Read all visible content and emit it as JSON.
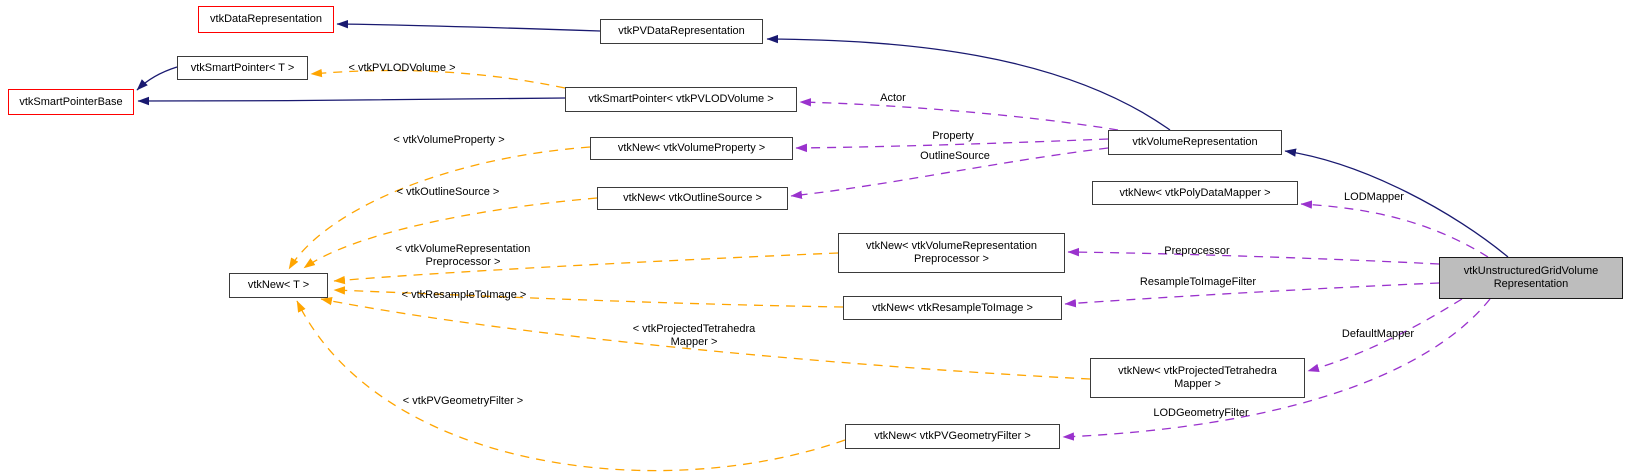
{
  "diagram": {
    "kind": "collaboration-graph",
    "main_class": "vtkUnstructuredGridVolumeRepresentation",
    "colors": {
      "inheritance_edge": "#191970",
      "usage_edge": "#9a32cd",
      "template_edge": "#ffa500",
      "node_fill": "#ffffff",
      "node_border": "#3b3b3b",
      "truncated_node_border": "#ff0000",
      "current_node_fill": "#bdbdbd",
      "background": "#ffffff"
    },
    "nodes": [
      {
        "id": "vtkDataRepresentation",
        "lines": [
          "vtkDataRepresentation"
        ],
        "style": "truncated"
      },
      {
        "id": "vtkPVDataRepresentation",
        "lines": [
          "vtkPVDataRepresentation"
        ],
        "style": "normal"
      },
      {
        "id": "vtkSmartPointer_T",
        "lines": [
          "vtkSmartPointer< T >"
        ],
        "style": "normal"
      },
      {
        "id": "vtkSmartPointerBase",
        "lines": [
          "vtkSmartPointerBase"
        ],
        "style": "truncated"
      },
      {
        "id": "vtkSmartPointer_vtkPVLODVolume",
        "lines": [
          "vtkSmartPointer< vtkPVLODVolume >"
        ],
        "style": "normal"
      },
      {
        "id": "vtkNew_vtkVolumeProperty",
        "lines": [
          "vtkNew< vtkVolumeProperty >"
        ],
        "style": "normal"
      },
      {
        "id": "vtkNew_vtkOutlineSource",
        "lines": [
          "vtkNew< vtkOutlineSource >"
        ],
        "style": "normal"
      },
      {
        "id": "vtkVolumeRepresentation",
        "lines": [
          "vtkVolumeRepresentation"
        ],
        "style": "normal"
      },
      {
        "id": "vtkNew_vtkPolyDataMapper",
        "lines": [
          "vtkNew< vtkPolyDataMapper >"
        ],
        "style": "normal"
      },
      {
        "id": "vtkNew_vtkVolumeRepresentationPreprocessor",
        "lines": [
          "vtkNew< vtkVolumeRepresentation",
          "Preprocessor >"
        ],
        "style": "normal"
      },
      {
        "id": "vtkNew_T",
        "lines": [
          "vtkNew< T >"
        ],
        "style": "normal"
      },
      {
        "id": "vtkNew_vtkResampleToImage",
        "lines": [
          "vtkNew< vtkResampleToImage >"
        ],
        "style": "normal"
      },
      {
        "id": "vtkNew_vtkProjectedTetrahedraMapper",
        "lines": [
          "vtkNew< vtkProjectedTetrahedra",
          "Mapper >"
        ],
        "style": "normal"
      },
      {
        "id": "vtkNew_vtkPVGeometryFilter",
        "lines": [
          "vtkNew< vtkPVGeometryFilter >"
        ],
        "style": "normal"
      },
      {
        "id": "vtkUnstructuredGridVolumeRepresentation",
        "lines": [
          "vtkUnstructuredGridVolume",
          "Representation"
        ],
        "style": "current"
      }
    ],
    "edges": [
      {
        "from": "vtkPVDataRepresentation",
        "to": "vtkDataRepresentation",
        "type": "inheritance"
      },
      {
        "from": "vtkSmartPointer< T >",
        "to": "vtkSmartPointerBase",
        "type": "inheritance"
      },
      {
        "from": "vtkSmartPointer< vtkPVLODVolume >",
        "to": "vtkSmartPointerBase",
        "type": "inheritance"
      },
      {
        "from": "vtkVolumeRepresentation",
        "to": "vtkPVDataRepresentation",
        "type": "inheritance"
      },
      {
        "from": "vtkUnstructuredGridVolumeRepresentation",
        "to": "vtkVolumeRepresentation",
        "type": "inheritance"
      },
      {
        "from": "vtkSmartPointer< vtkPVLODVolume >",
        "to": "vtkSmartPointer< T >",
        "type": "template",
        "label_lines": [
          "< vtkPVLODVolume >"
        ]
      },
      {
        "from": "vtkVolumeRepresentation",
        "to": "vtkSmartPointer< vtkPVLODVolume >",
        "type": "usage",
        "label_lines": [
          "Actor"
        ]
      },
      {
        "from": "vtkVolumeRepresentation",
        "to": "vtkNew< vtkVolumeProperty >",
        "type": "usage",
        "label_lines": [
          "Property"
        ]
      },
      {
        "from": "vtkVolumeRepresentation",
        "to": "vtkNew< vtkOutlineSource >",
        "type": "usage",
        "label_lines": [
          "OutlineSource"
        ]
      },
      {
        "from": "vtkNew< vtkVolumeProperty >",
        "to": "vtkNew< T >",
        "type": "template",
        "label_lines": [
          "< vtkVolumeProperty >"
        ]
      },
      {
        "from": "vtkNew< vtkOutlineSource >",
        "to": "vtkNew< T >",
        "type": "template",
        "label_lines": [
          "< vtkOutlineSource >"
        ]
      },
      {
        "from": "vtkUnstructuredGridVolumeRepresentation",
        "to": "vtkNew< vtkPolyDataMapper >",
        "type": "usage",
        "label_lines": [
          "LODMapper"
        ]
      },
      {
        "from": "vtkNew< vtkVolumeRepresentationPreprocessor >",
        "to": "vtkNew< T >",
        "type": "template",
        "label_lines": [
          "< vtkVolumeRepresentation",
          "Preprocessor >"
        ]
      },
      {
        "from": "vtkUnstructuredGridVolumeRepresentation",
        "to": "vtkNew< vtkVolumeRepresentationPreprocessor >",
        "type": "usage",
        "label_lines": [
          "Preprocessor"
        ]
      },
      {
        "from": "vtkUnstructuredGridVolumeRepresentation",
        "to": "vtkNew< vtkResampleToImage >",
        "type": "usage",
        "label_lines": [
          "ResampleToImageFilter"
        ]
      },
      {
        "from": "vtkNew< vtkResampleToImage >",
        "to": "vtkNew< T >",
        "type": "template",
        "label_lines": [
          "< vtkResampleToImage >"
        ]
      },
      {
        "from": "vtkNew< vtkProjectedTetrahedraMapper >",
        "to": "vtkNew< T >",
        "type": "template",
        "label_lines": [
          "< vtkProjectedTetrahedra",
          "Mapper >"
        ]
      },
      {
        "from": "vtkUnstructuredGridVolumeRepresentation",
        "to": "vtkNew< vtkProjectedTetrahedraMapper >",
        "type": "usage",
        "label_lines": [
          "DefaultMapper"
        ]
      },
      {
        "from": "vtkNew< vtkPVGeometryFilter >",
        "to": "vtkNew< T >",
        "type": "template",
        "label_lines": [
          "< vtkPVGeometryFilter >"
        ]
      },
      {
        "from": "vtkUnstructuredGridVolumeRepresentation",
        "to": "vtkNew< vtkPVGeometryFilter >",
        "type": "usage",
        "label_lines": [
          "LODGeometryFilter"
        ]
      }
    ]
  }
}
